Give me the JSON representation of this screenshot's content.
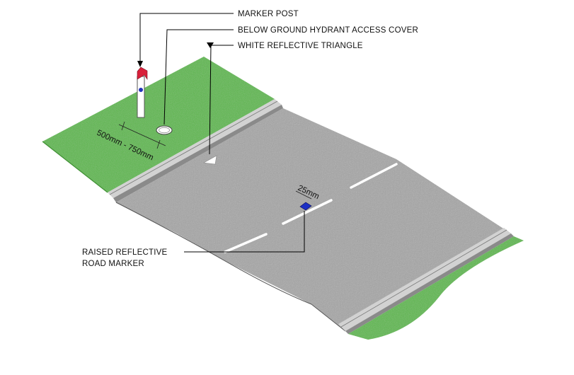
{
  "labels": {
    "marker_post": "MARKER POST",
    "hydrant_cover": "BELOW GROUND HYDRANT ACCESS COVER",
    "reflective_triangle": "WHITE REFLECTIVE TRIANGLE",
    "raised_marker_line1": "RAISED REFLECTIVE",
    "raised_marker_line2": "ROAD MARKER"
  },
  "dimensions": {
    "post_offset": "500mm - 750mm",
    "marker_offset": "25mm"
  },
  "colors": {
    "grass": "#5cb84a",
    "grass_edge": "#3f8f33",
    "road": "#a5a5a5",
    "kerb": "#d2d2d2",
    "kerb_face": "#8a8a8a",
    "post_cap": "#d8203a",
    "post_dot": "#2233bb",
    "road_marker": "#1b2fc4",
    "leader": "#000000",
    "lane_line": "#ffffff"
  }
}
